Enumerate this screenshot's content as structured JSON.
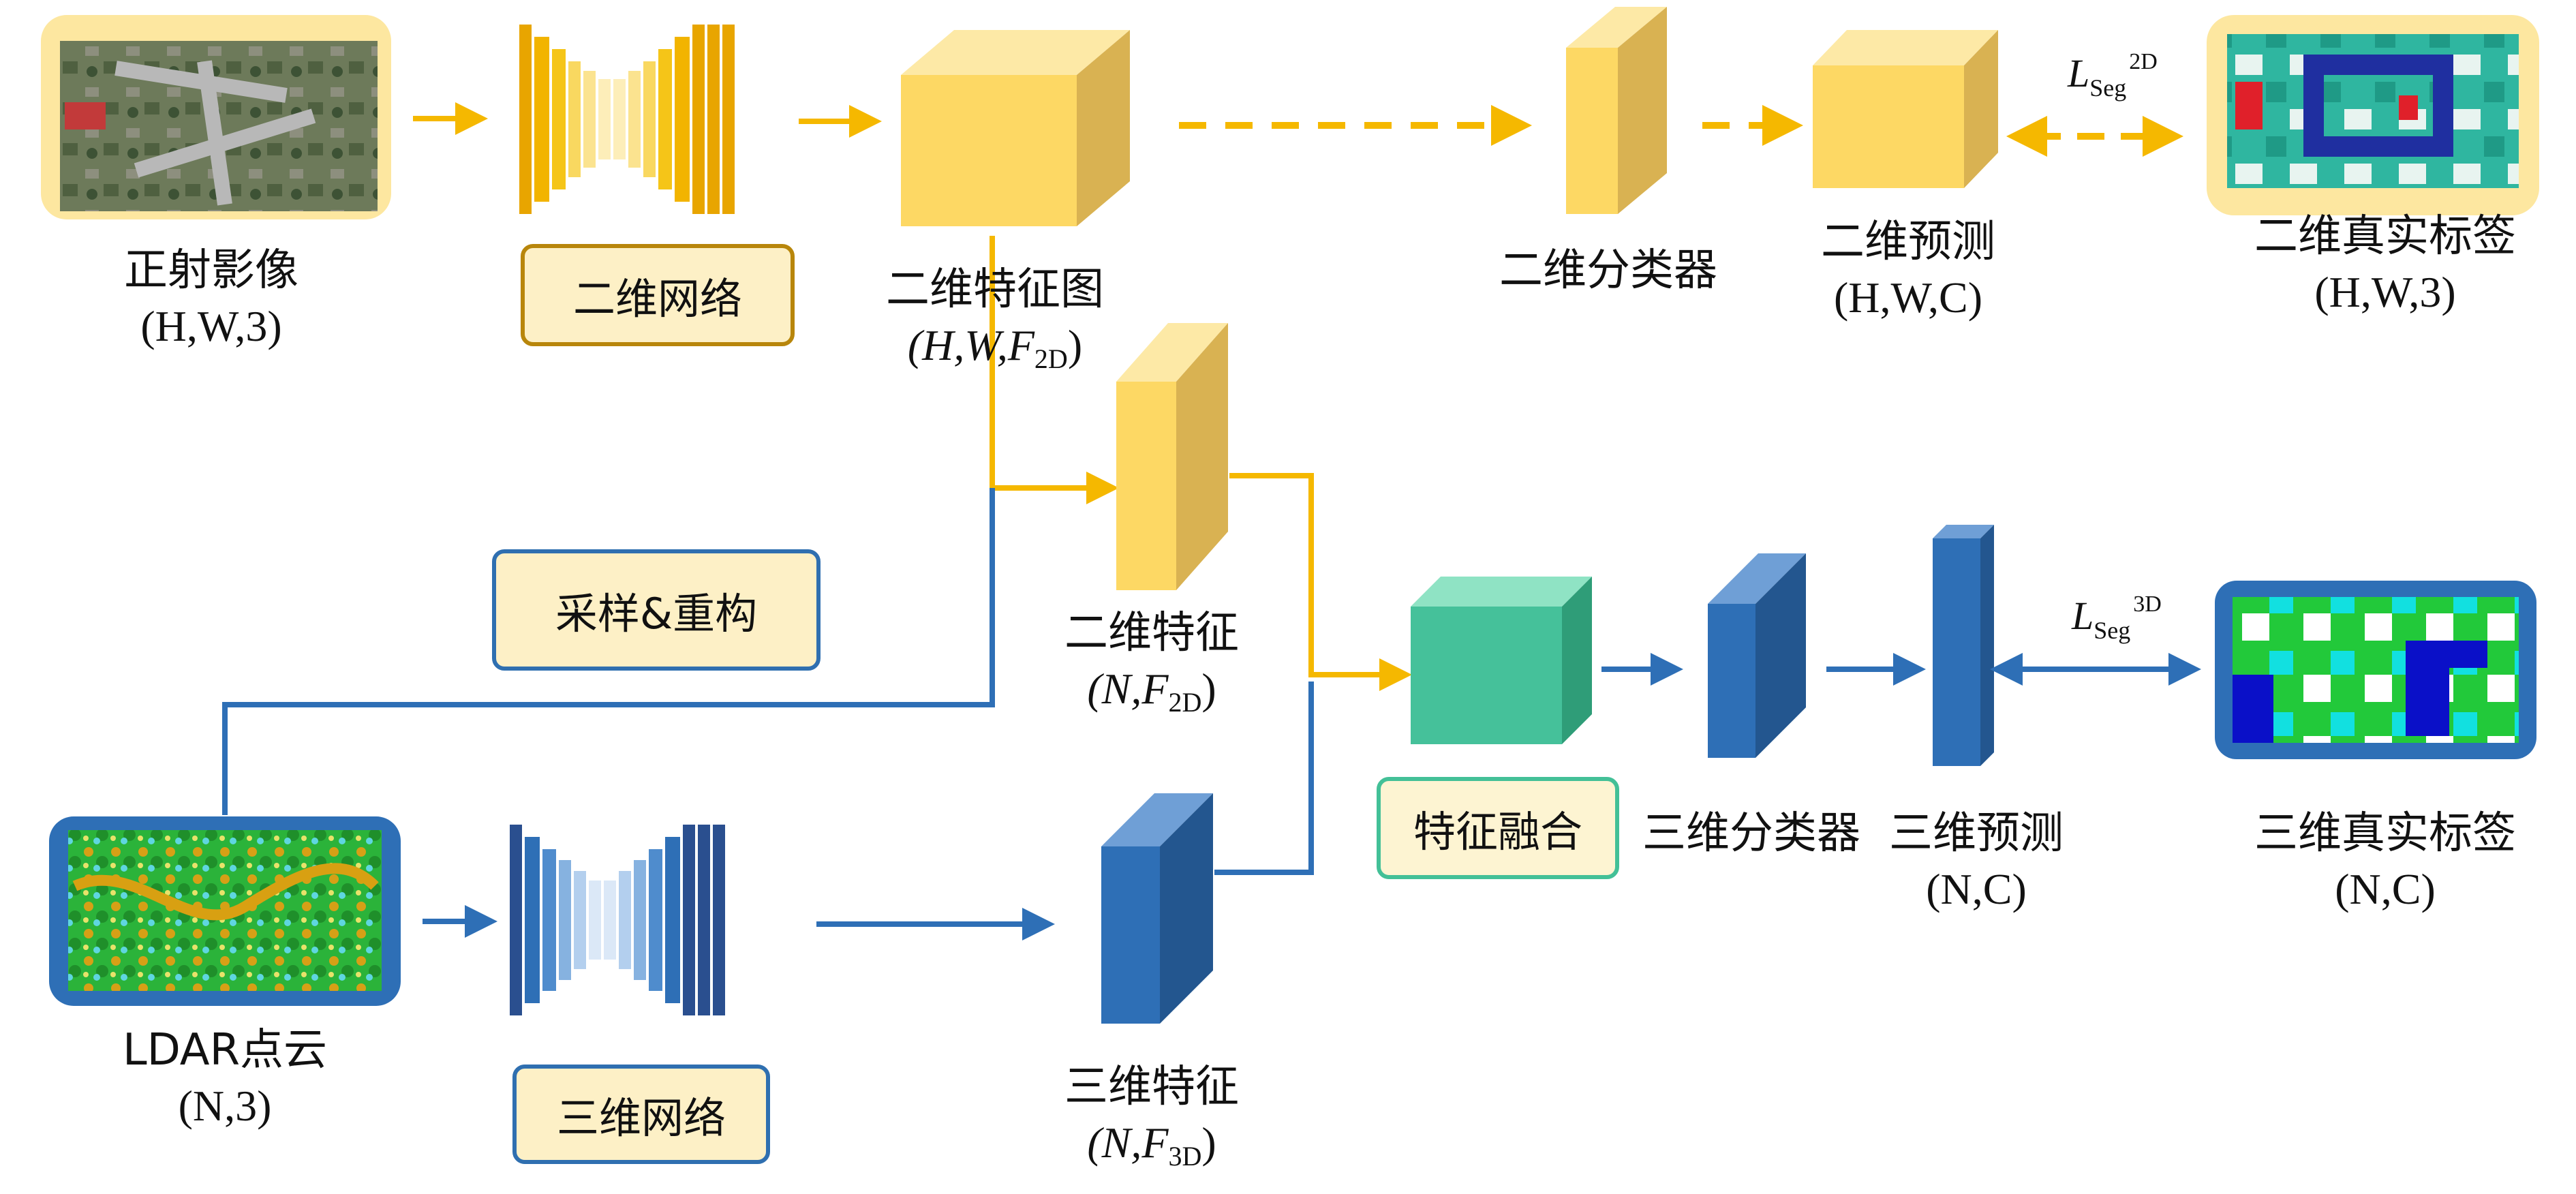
{
  "colors": {
    "yellow": "#f5c518",
    "blue": "#2e6fb6",
    "teal": "#3fbf98",
    "yellow_box_border": "#b8860b"
  },
  "labels": {
    "ortho": "正射影像",
    "ortho_dim": "(H,W,3)",
    "net2d": "二维网络",
    "feat2d_map": "二维特征图",
    "feat2d_map_dim": "(H,W,F",
    "feat2d_map_sub": "2D",
    "cls2d": "二维分类器",
    "pred2d": "二维预测",
    "pred2d_dim": "(H,W,C)",
    "gt2d": "二维真实标签",
    "gt2d_dim": "(H,W,3)",
    "sample": "采样&重构",
    "feat2d": "二维特征",
    "feat2d_dim": "(N,F",
    "feat2d_sub": "2D",
    "fusion": "特征融合",
    "cls3d": "三维分类器",
    "pred3d": "三维预测",
    "pred3d_dim": "(N,C)",
    "gt3d": "三维真实标签",
    "gt3d_dim": "(N,C)",
    "lidar": "LDAR点云",
    "lidar_dim": "(N,3)",
    "net3d": "三维网络",
    "feat3d": "三维特征",
    "feat3d_dim": "(N,F",
    "feat3d_sub": "3D"
  },
  "loss": {
    "l2d": {
      "main": "L",
      "sub": "Seg",
      "sup": "2D"
    },
    "l3d": {
      "main": "L",
      "sub": "Seg",
      "sup": "3D"
    }
  }
}
